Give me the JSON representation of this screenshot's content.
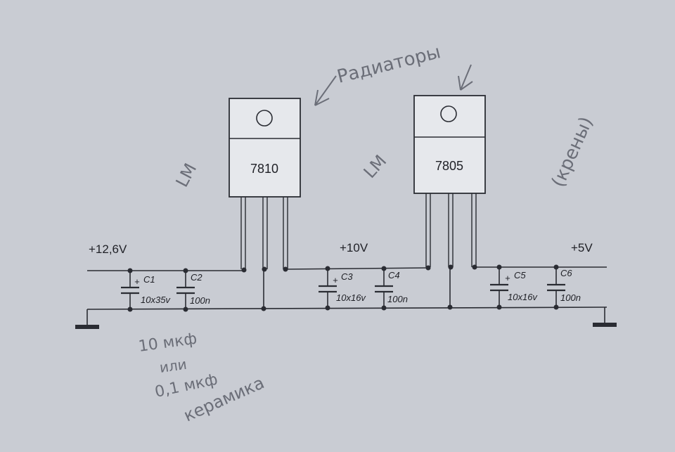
{
  "regulators": [
    {
      "part": "7810",
      "prefix_note": "LM"
    },
    {
      "part": "7805",
      "prefix_note": "LM"
    }
  ],
  "rails": {
    "input": "+12,6V",
    "middle": "+10V",
    "output": "+5V"
  },
  "capacitors": [
    {
      "ref": "C1",
      "value": "10x35v",
      "polar_mark": "+"
    },
    {
      "ref": "C2",
      "value": "100n"
    },
    {
      "ref": "C3",
      "value": "10x16v",
      "polar_mark": "+"
    },
    {
      "ref": "C4",
      "value": "100n"
    },
    {
      "ref": "C5",
      "value": "10x16v",
      "polar_mark": "+"
    },
    {
      "ref": "C6",
      "value": "100n"
    }
  ],
  "handwritten": {
    "heatsinks": "Радиаторы",
    "krenki": "(крены)",
    "cap_note_line1": "10 мкф",
    "cap_note_line2": "или",
    "cap_note_line3": "0,1 мкф",
    "cap_note_line4": "керамика"
  },
  "colors": {
    "paper": "#c9ccd3",
    "ink": "#2a2c33",
    "pencil": "#6b6e78"
  }
}
